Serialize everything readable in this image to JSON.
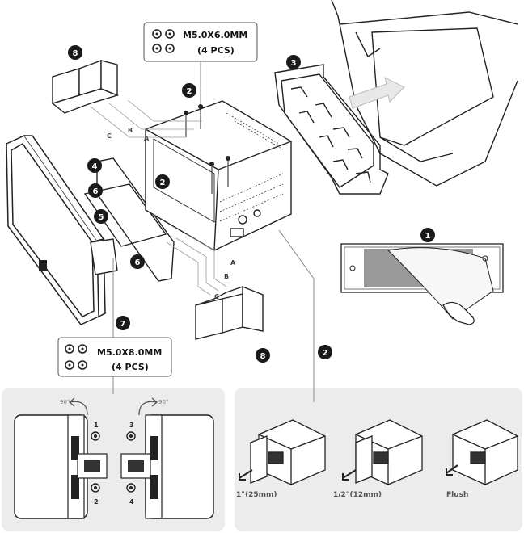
{
  "screw_box_top": {
    "spec": "M5.0X6.0MM",
    "qty": "(4 PCS)"
  },
  "screw_box_bottom": {
    "spec": "M5.0X8.0MM",
    "qty": "(4 PCS)"
  },
  "steps": {
    "s1": "1",
    "s2a": "2",
    "s2b": "2",
    "s2c": "2",
    "s3": "3",
    "s4": "4",
    "s5": "5",
    "s6a": "6",
    "s6b": "6",
    "s7": "7",
    "s8a": "8",
    "s8b": "8"
  },
  "depth_labels": {
    "a": "A",
    "b": "B",
    "c": "C",
    "a2": "A",
    "b2": "B",
    "c2": "C"
  },
  "rotation": {
    "left": "90°",
    "right": "90°"
  },
  "screw_numbers": {
    "n1": "1",
    "n2": "2",
    "n3": "3",
    "n4": "4"
  },
  "mount_options": {
    "opt1": "1\"(25mm)",
    "opt2": "1/2\"(12mm)",
    "opt3": "Flush"
  },
  "colors": {
    "badge": "#1a1a1a",
    "panel": "#ececec",
    "line": "#222222",
    "lead": "#8a8a8a"
  }
}
